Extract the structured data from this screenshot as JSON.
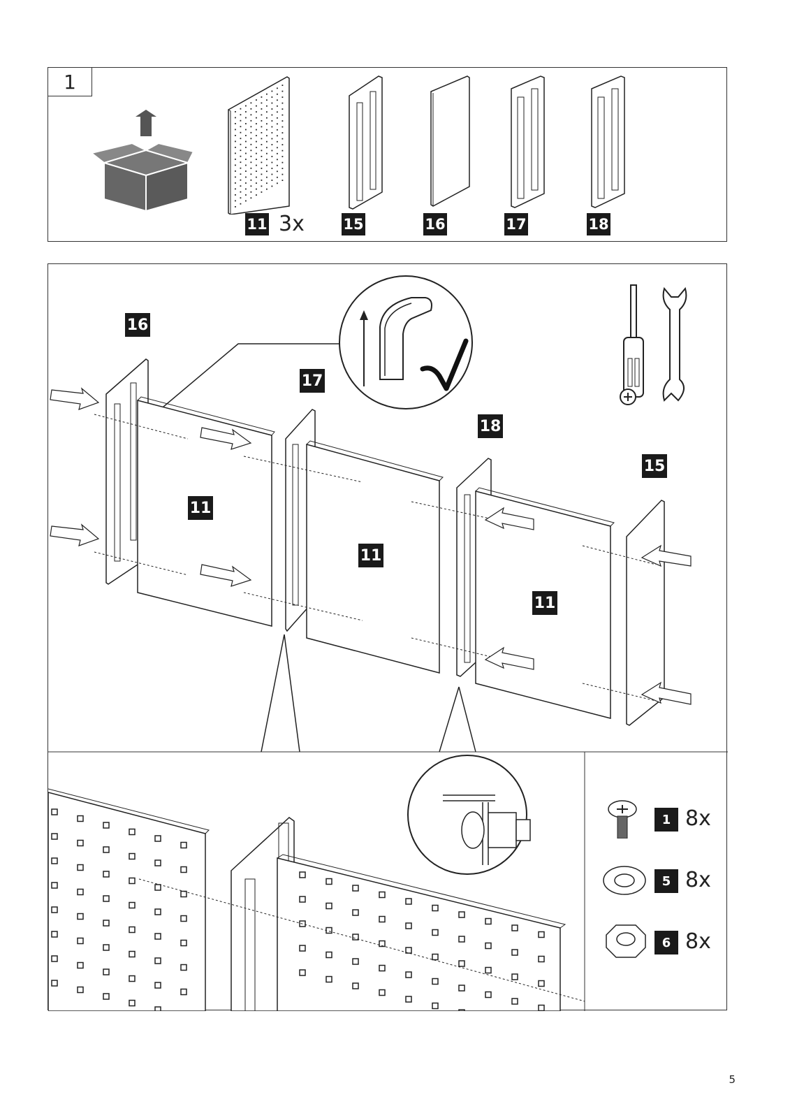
{
  "step1": {
    "number": "1",
    "parts": [
      {
        "id": "11",
        "qty": "3x"
      },
      {
        "id": "15"
      },
      {
        "id": "16"
      },
      {
        "id": "17"
      },
      {
        "id": "18"
      }
    ]
  },
  "step2": {
    "part_labels": [
      "16",
      "17",
      "18",
      "15"
    ],
    "panel_labels": [
      "11",
      "11",
      "11"
    ],
    "tools": [
      "screwdriver-icon",
      "wrench-icon"
    ]
  },
  "hardware": [
    {
      "id": "1",
      "qty": "8x",
      "icon": "bolt-icon"
    },
    {
      "id": "5",
      "qty": "8x",
      "icon": "spring-washer-icon"
    },
    {
      "id": "6",
      "qty": "8x",
      "icon": "hex-nut-icon"
    }
  ],
  "page_number": "5"
}
